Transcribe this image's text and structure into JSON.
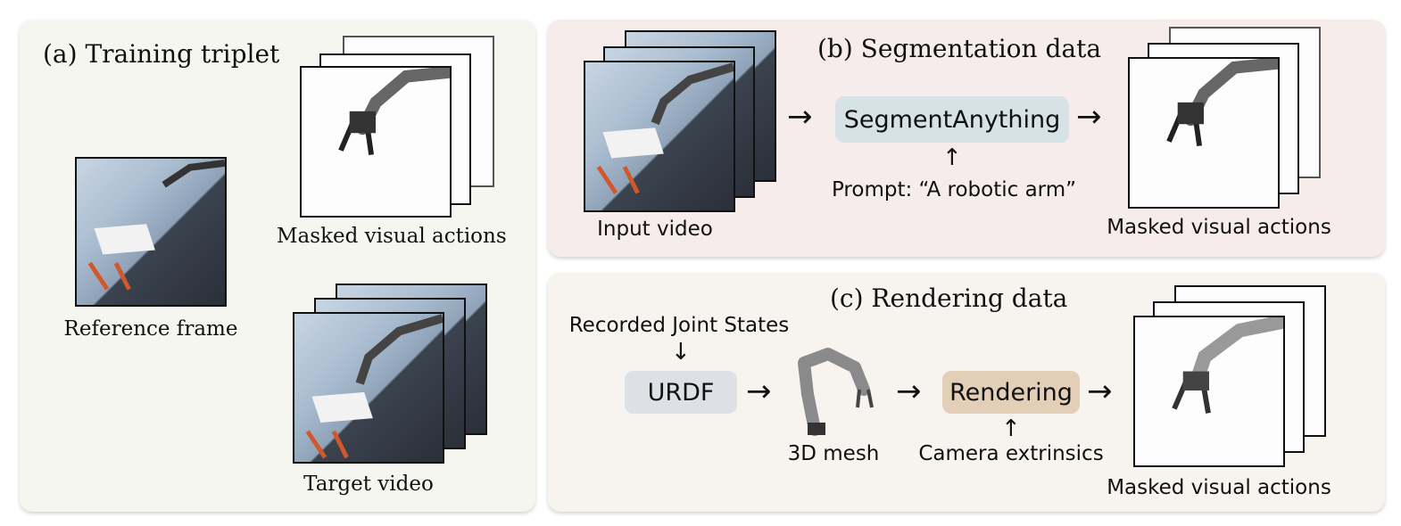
{
  "panel_a": {
    "title": "(a) Training triplet",
    "masked_label": "Masked visual actions",
    "reference_label": "Reference frame",
    "target_label": "Target video"
  },
  "panel_b": {
    "title": "(b) Segmentation data",
    "input_label": "Input video",
    "segment_box": "SegmentAnything",
    "prompt_label": "Prompt: “A robotic arm”",
    "output_label": "Masked visual actions"
  },
  "panel_c": {
    "title": "(c) Rendering data",
    "joint_states_label": "Recorded Joint States",
    "urdf_box": "URDF",
    "mesh_label": "3D mesh",
    "rendering_box": "Rendering",
    "camera_label": "Camera extrinsics",
    "output_label": "Masked visual actions"
  },
  "colors": {
    "panel_a_bg": "#f6f6f0",
    "panel_b_bg": "#f6eceb",
    "panel_c_bg": "#f7f3ef",
    "segment_box_bg": "#d5e2e6",
    "urdf_box_bg": "#dde1e6",
    "rendering_box_bg": "#e3cfb8"
  }
}
